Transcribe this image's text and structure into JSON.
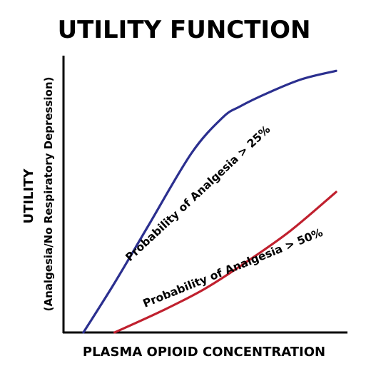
{
  "chart_data": {
    "type": "line",
    "title": "UTILITY FUNCTION",
    "xlabel": "PLASMA OPIOID CONCENTRATION",
    "ylabel": "UTILITY",
    "ylabel_sub": "(Analgesia/No Respiratory Depression)",
    "xlim": [
      0,
      100
    ],
    "ylim": [
      0,
      100
    ],
    "grid": false,
    "legend": "none",
    "series": [
      {
        "name": "Probability of Analgesia > 25%",
        "color": "#2b2f8f",
        "x": [
          7,
          18,
          30,
          45,
          56,
          62,
          72,
          84,
          96
        ],
        "y": [
          0,
          18,
          39,
          65,
          78,
          82,
          87,
          92,
          95
        ]
      },
      {
        "name": "Probability of Analgesia > 50%",
        "color": "#c0202e",
        "x": [
          18,
          35,
          50,
          65,
          80,
          96
        ],
        "y": [
          0,
          8,
          16,
          26,
          37,
          51
        ]
      }
    ]
  }
}
